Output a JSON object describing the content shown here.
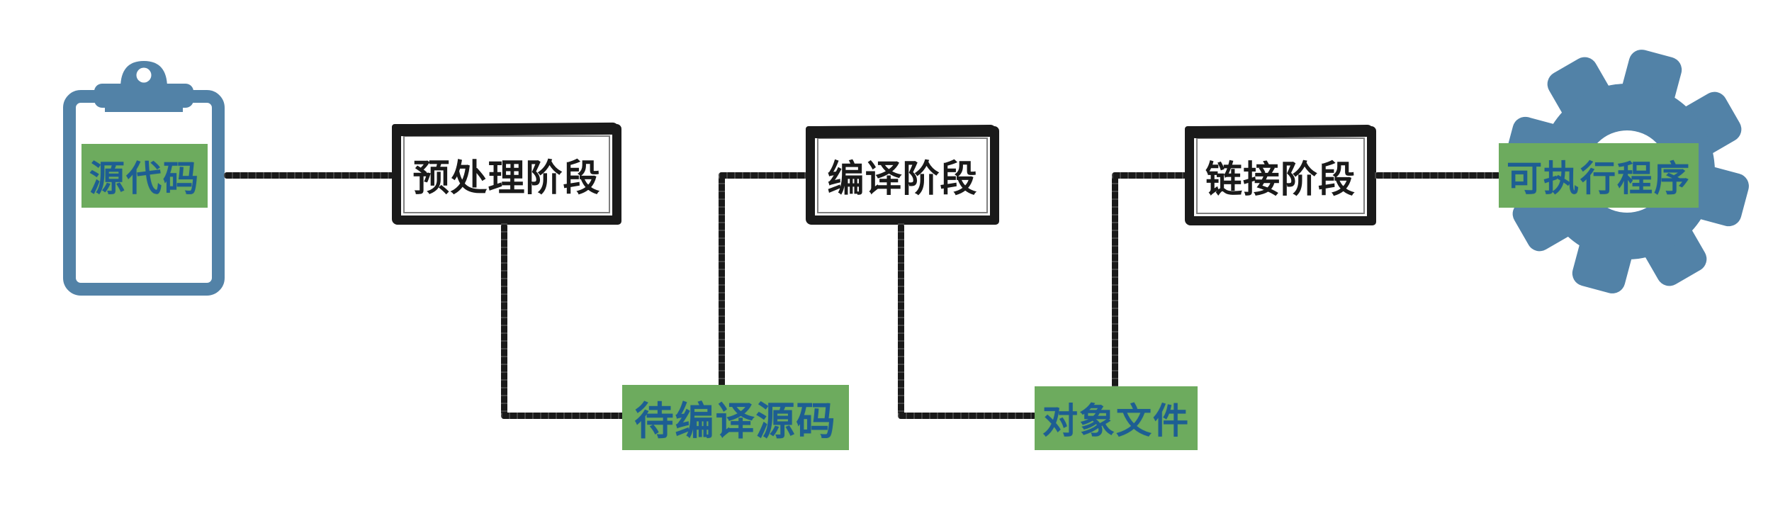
{
  "colors": {
    "ink": "#1a1a1a",
    "accent_blue": "#5282a7",
    "label_green": "#6dab5e",
    "label_text": "#1d5e93",
    "canvas": "#ffffff"
  },
  "flow": {
    "source": {
      "label": "源代码",
      "icon": "clipboard-icon"
    },
    "stages": [
      {
        "label": "预处理阶段"
      },
      {
        "label": "编译阶段"
      },
      {
        "label": "链接阶段"
      }
    ],
    "artifacts": [
      {
        "label": "待编译源码"
      },
      {
        "label": "对象文件"
      }
    ],
    "output": {
      "label": "可执行程序",
      "icon": "gear-icon"
    }
  }
}
